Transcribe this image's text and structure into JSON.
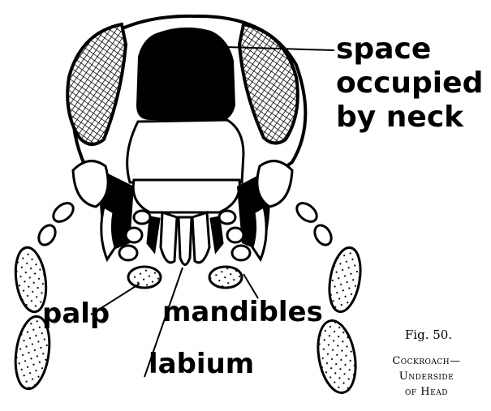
{
  "labels": {
    "space_line1": "space",
    "space_line2": "occupied",
    "space_line3": "by neck",
    "palp": "palp",
    "mandibles": "mandibles",
    "labium": "labium"
  },
  "caption": {
    "figure_number": "Fig. 50.",
    "line1": "Cockroach—",
    "line2": "Underside",
    "line3": "of Head"
  }
}
